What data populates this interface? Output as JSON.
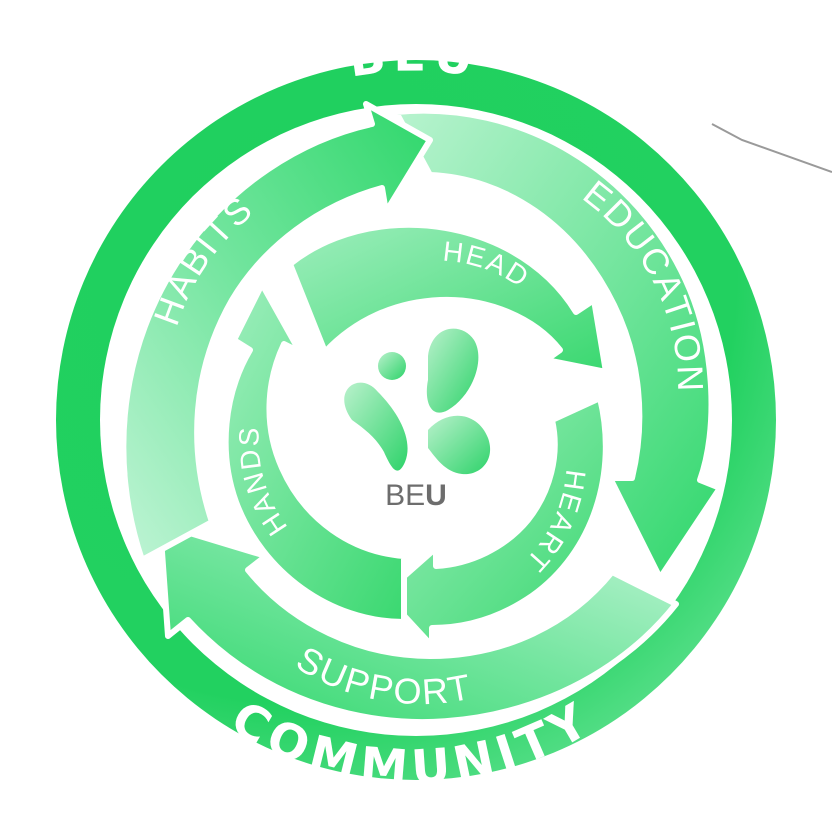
{
  "outer_ring": {
    "top_label": "BEU",
    "bottom_label": "COMMUNITY"
  },
  "middle_cycle": {
    "labels": [
      "EDUCATION",
      "SUPPORT",
      "HABITS"
    ]
  },
  "inner_cycle": {
    "labels": [
      "HEAD",
      "HEART",
      "HANDS"
    ]
  },
  "logo": {
    "text_light": "BE",
    "text_bold": "U"
  },
  "colors": {
    "ring": "#22d160",
    "arrow": "#3fdc78",
    "arrow_light": "#a6f0c2",
    "logo_text": "#6d6d6d"
  }
}
